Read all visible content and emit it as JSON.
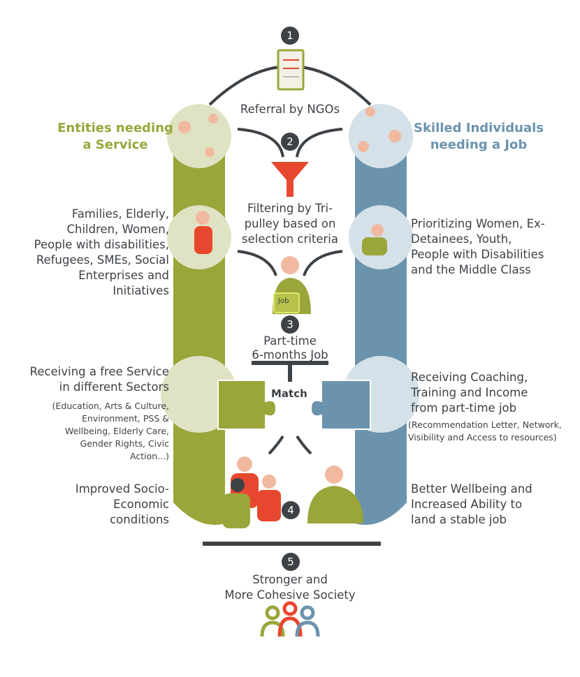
{
  "colors": {
    "green": "#9aa53a",
    "blue": "#6b93ad",
    "dark": "#3d4247",
    "light_green": "#dfe3c3",
    "light_blue": "#d5e1e8",
    "red": "#e8472f"
  },
  "left_heading": "Entities needing a Service",
  "right_heading": "Skilled Individuals needing a Job",
  "steps": [
    {
      "number": "1",
      "label": "Referral by NGOs"
    },
    {
      "number": "2",
      "label": "Filtering by Tri-pulley based on selection criteria"
    },
    {
      "number": "3",
      "label": "Part-time",
      "label2": "6-months Job"
    },
    {
      "number": "4"
    },
    {
      "number": "5",
      "label": "Stronger and",
      "label2": "More Cohesive Society"
    }
  ],
  "match_label": "Match",
  "job_tag": "Job",
  "left": {
    "beneficiaries": "Families, Elderly, Children, Women, People with disabilities, Refugees, SMEs, Social Enterprises and Initiatives",
    "receiving": "Receiving a free Service in different Sectors",
    "sectors": "(Education, Arts & Culture, Environment, PSS & Wellbeing, Elderly Care, Gender Rights, Civic Action...)",
    "outcome": "Improved Socio-Economic conditions"
  },
  "right": {
    "beneficiaries": "Prioritizing Women, Ex-Detainees, Youth, People with Disabilities and the Middle Class",
    "receiving": "Receiving Coaching, Training and Income from part-time job",
    "extras": "(Recommendation Letter, Network, Visibility and Access to resources)",
    "outcome": "Better Wellbeing and Increased Ability to land a stable job"
  }
}
